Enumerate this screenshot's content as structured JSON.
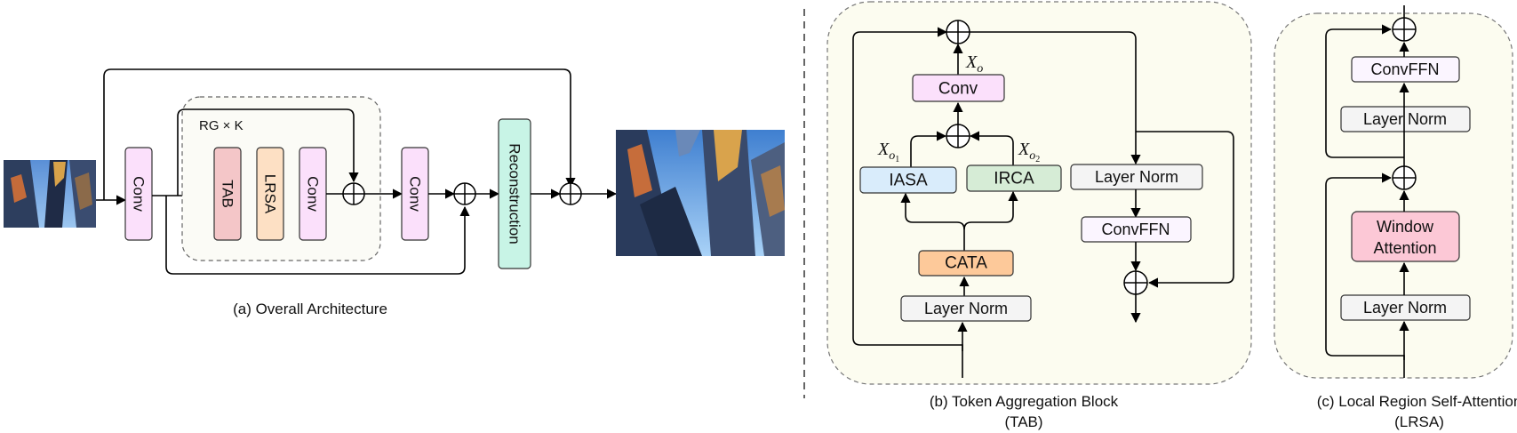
{
  "colors": {
    "conv": "#fbe0fb",
    "tab": "#f4c6c8",
    "lrsa": "#fde0c4",
    "reconstruction": "#c8f4e6",
    "iasa": "#d9ecfb",
    "irca": "#d6ecd6",
    "cata": "#fdc99a",
    "layer_norm": "#f4f4f4",
    "convffn": "#fbf5ff",
    "window_attention": "#fcc8d6",
    "panel_bg": "#fcfcf0"
  },
  "panel_a": {
    "caption": "(a) Overall Architecture",
    "group_label": "RG × K",
    "conv_label": "Conv",
    "tab_label": "TAB",
    "lrsa_label": "LRSA",
    "conv_inner_label": "Conv",
    "conv_after_label": "Conv",
    "reconstruction_label": "Reconstruction"
  },
  "panel_b": {
    "caption_line1": "(b) Token Aggregation Block",
    "caption_line2": "(TAB)",
    "conv_label": "Conv",
    "iasa_label": "IASA",
    "irca_label": "IRCA",
    "cata_label": "CATA",
    "layer_norm_label": "Layer Norm",
    "layer_norm_right_label": "Layer Norm",
    "convffn_label": "ConvFFN",
    "xo_base": "X",
    "xo_sub": "o",
    "xo1_sub": "o",
    "xo1_subsub": "1",
    "xo2_sub": "o",
    "xo2_subsub": "2"
  },
  "panel_c": {
    "caption_line1": "(c) Local Region Self-Attention",
    "caption_line2": "(LRSA)",
    "convffn_label": "ConvFFN",
    "layer_norm_top_label": "Layer Norm",
    "window_line1": "Window",
    "window_line2": "Attention",
    "layer_norm_bottom_label": "Layer Norm"
  }
}
